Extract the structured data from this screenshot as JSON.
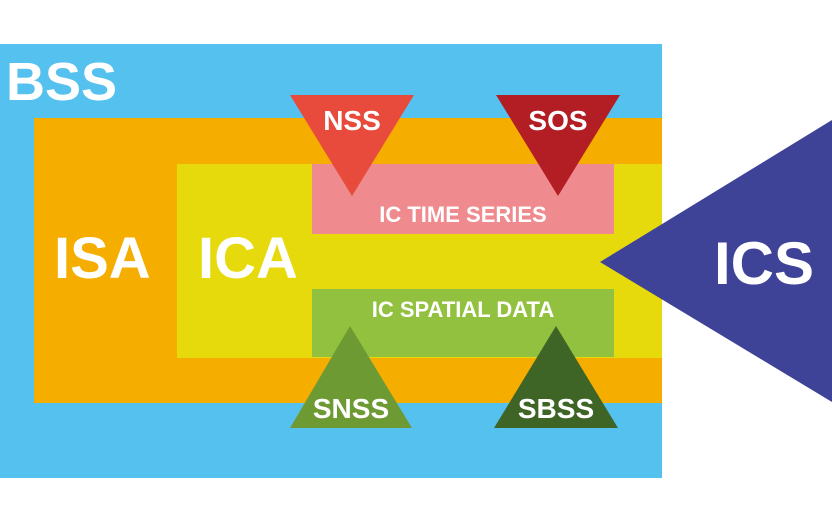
{
  "diagram": {
    "regions": {
      "bss": {
        "label": "BSS",
        "color": "#55C1EE"
      },
      "isa": {
        "label": "ISA",
        "color": "#F5AE00"
      },
      "ica": {
        "label": "ICA",
        "color": "#E6D90C"
      },
      "ic_time_series": {
        "label": "IC TIME SERIES",
        "color": "#EF8A8E"
      },
      "ic_spatial_data": {
        "label": "IC SPATIAL DATA",
        "color": "#92C13F"
      }
    },
    "triangles": {
      "nss": {
        "label": "NSS",
        "color": "#E84B3C"
      },
      "sos": {
        "label": "SOS",
        "color": "#B21E23"
      },
      "snss": {
        "label": "SNSS",
        "color": "#6E9A34"
      },
      "sbss": {
        "label": "SBSS",
        "color": "#3E6526"
      },
      "ics": {
        "label": "ICS",
        "color": "#3F4397"
      }
    }
  }
}
